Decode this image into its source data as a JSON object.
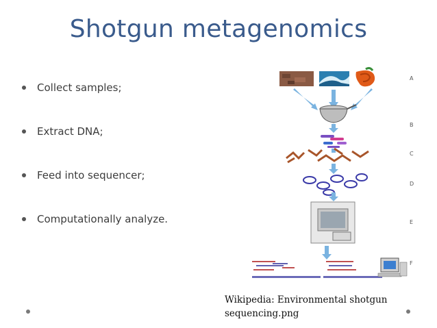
{
  "slide": {
    "title": "Shotgun metagenomics",
    "bullets": [
      "Collect samples;",
      "Extract DNA;",
      "Feed into sequencer;",
      "Computationally analyze."
    ],
    "caption": "Wikipedia: Environmental shotgun sequencing.png",
    "title_color": "#3a5b8c"
  },
  "figure": {
    "step_labels": [
      "A",
      "B",
      "C",
      "D",
      "E",
      "F"
    ],
    "sample_icons": [
      "soil-sample-icon",
      "ocean-wave-icon",
      "gut-organ-icon"
    ],
    "icons": [
      "filter-strainer-icon",
      "dna-fragments-icon",
      "sequencer-machine-icon",
      "computer-icon"
    ]
  }
}
